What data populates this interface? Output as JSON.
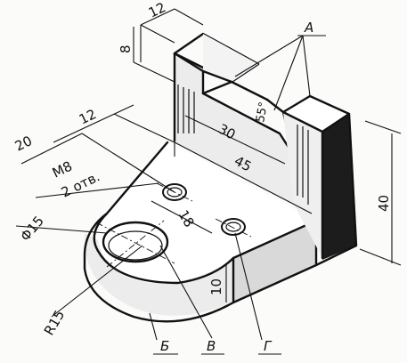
{
  "diagram": {
    "dimensions": {
      "dim_12_top": "12",
      "dim_8": "8",
      "dim_angle": "55°",
      "dim_30": "30",
      "dim_45": "45",
      "dim_40": "40",
      "dim_20": "20",
      "dim_12_left": "12",
      "dim_m8": "M8",
      "dim_2holes": "2 отв.",
      "dim_18": "18",
      "dim_phi15": "Φ15",
      "dim_10": "10",
      "dim_r15": "R15"
    },
    "letters": {
      "a": "А",
      "b": "Б",
      "v": "В",
      "g": "Г"
    }
  }
}
